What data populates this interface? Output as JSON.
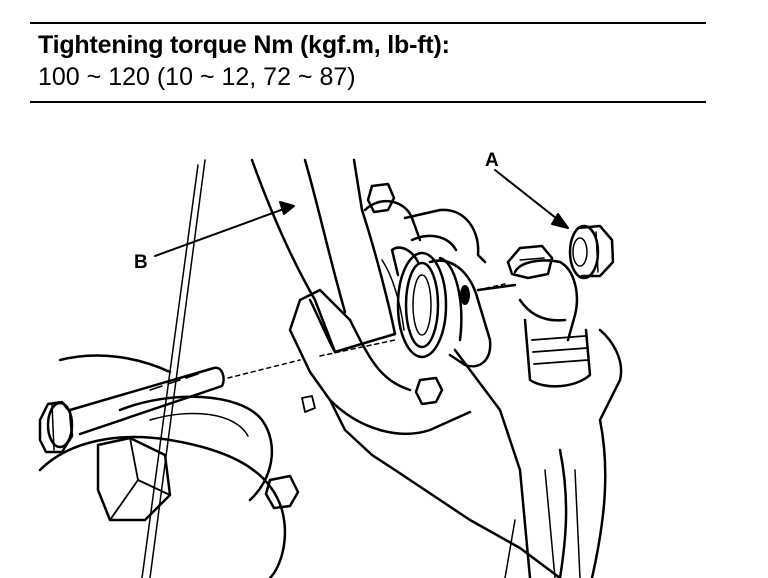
{
  "spec": {
    "title": "Tightening torque Nm (kgf.m, lb-ft):",
    "value": "100 ~ 120 (10 ~ 12, 72 ~ 87)"
  },
  "labels": {
    "a": "A",
    "b": "B"
  },
  "colors": {
    "ink": "#000000",
    "paper": "#ffffff"
  }
}
